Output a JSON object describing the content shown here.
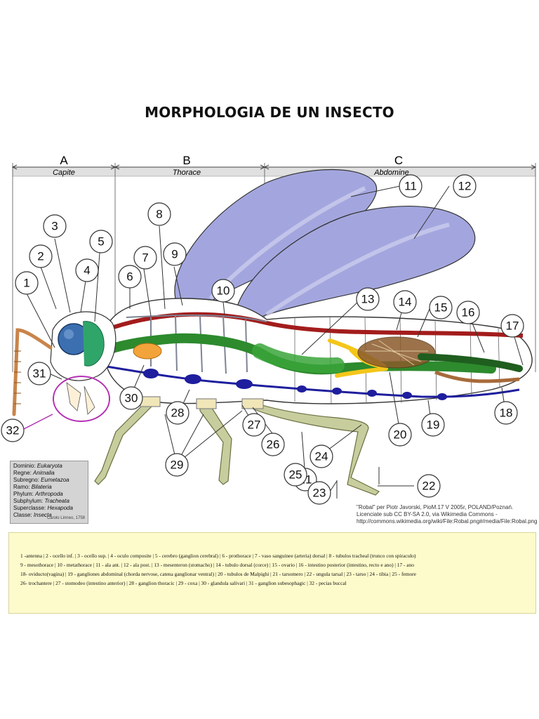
{
  "title": "MORPHOLOGIA DE UN INSECTO",
  "sections": [
    {
      "letter": "A",
      "name": "Capite"
    },
    {
      "letter": "B",
      "name": "Thorace"
    },
    {
      "letter": "C",
      "name": "Abdomine"
    }
  ],
  "labels": [
    "1",
    "2",
    "3",
    "4",
    "5",
    "6",
    "7",
    "8",
    "9",
    "10",
    "11",
    "12",
    "13",
    "14",
    "15",
    "16",
    "17",
    "18",
    "19",
    "20",
    "21",
    "22",
    "23",
    "24",
    "25",
    "26",
    "27",
    "28",
    "29",
    "30",
    "31",
    "32"
  ],
  "taxonomy": [
    {
      "rank": "Dominio:",
      "name": "Eukaryota"
    },
    {
      "rank": "Regne:",
      "name": "Animalia"
    },
    {
      "rank": "Subregno:",
      "name": "Eumetazoa"
    },
    {
      "rank": "Ramo:",
      "name": "Bilateria"
    },
    {
      "rank": "Phylum:",
      "name": "Arthropoda"
    },
    {
      "rank": "Subphylum:",
      "name": "Tracheata"
    },
    {
      "rank": "Superclasse:",
      "name": "Hexapoda"
    },
    {
      "rank": "Classe:",
      "name": "Insecta"
    }
  ],
  "taxonomy_author": "Carolo Linneo, 1758",
  "credit": "\"Robal\" per Piotr Javorski, PioM.17 V 2005r, POLAND/Poznań. Licenciate sub CC BY-SA 2.0, via Wikimedia Commons - http://commons.wikimedia.org/wiki/File:Robal.png#/media/File:Robal.png",
  "legend_lines": [
    "1 -antenna | 2 - ocello inf. | 3 - ocello sup. | 4 - oculo composite | 5 - cerebro (ganglion cerebral) | 6 - prothorace | 7 - vaso sanguinee (arteria) dorsal | 8 - tubulos tracheal (trunco con spiraculo)",
    "9 - mesothorace | 10 - metathorace | 11 - ala ant. | 12 - ala post. | 13 - mesenteron (stomacho) | 14 - tubulo dorsal (corce) | 15 - ovario | 16 - intestino posterior (intestino, recto e ano) | 17 - ano",
    "18- oviducto(vagina) | 19 - gangliones abdominal (chorda nervose, catena ganglionar ventral) | 20 - tubulos de Malpighi | 21 - tarsomero | 22 - ungula tarsal | 23 - tarso | 24 - tibia | 25 - femore",
    "26- trochantere | 27 - stomodeo (intestino anterior) | 28 - ganglion thoracic | 29 - coxa | 30 - glandula salivari | 31 - ganglion subesophagic | 32 - pecias buccal"
  ]
}
